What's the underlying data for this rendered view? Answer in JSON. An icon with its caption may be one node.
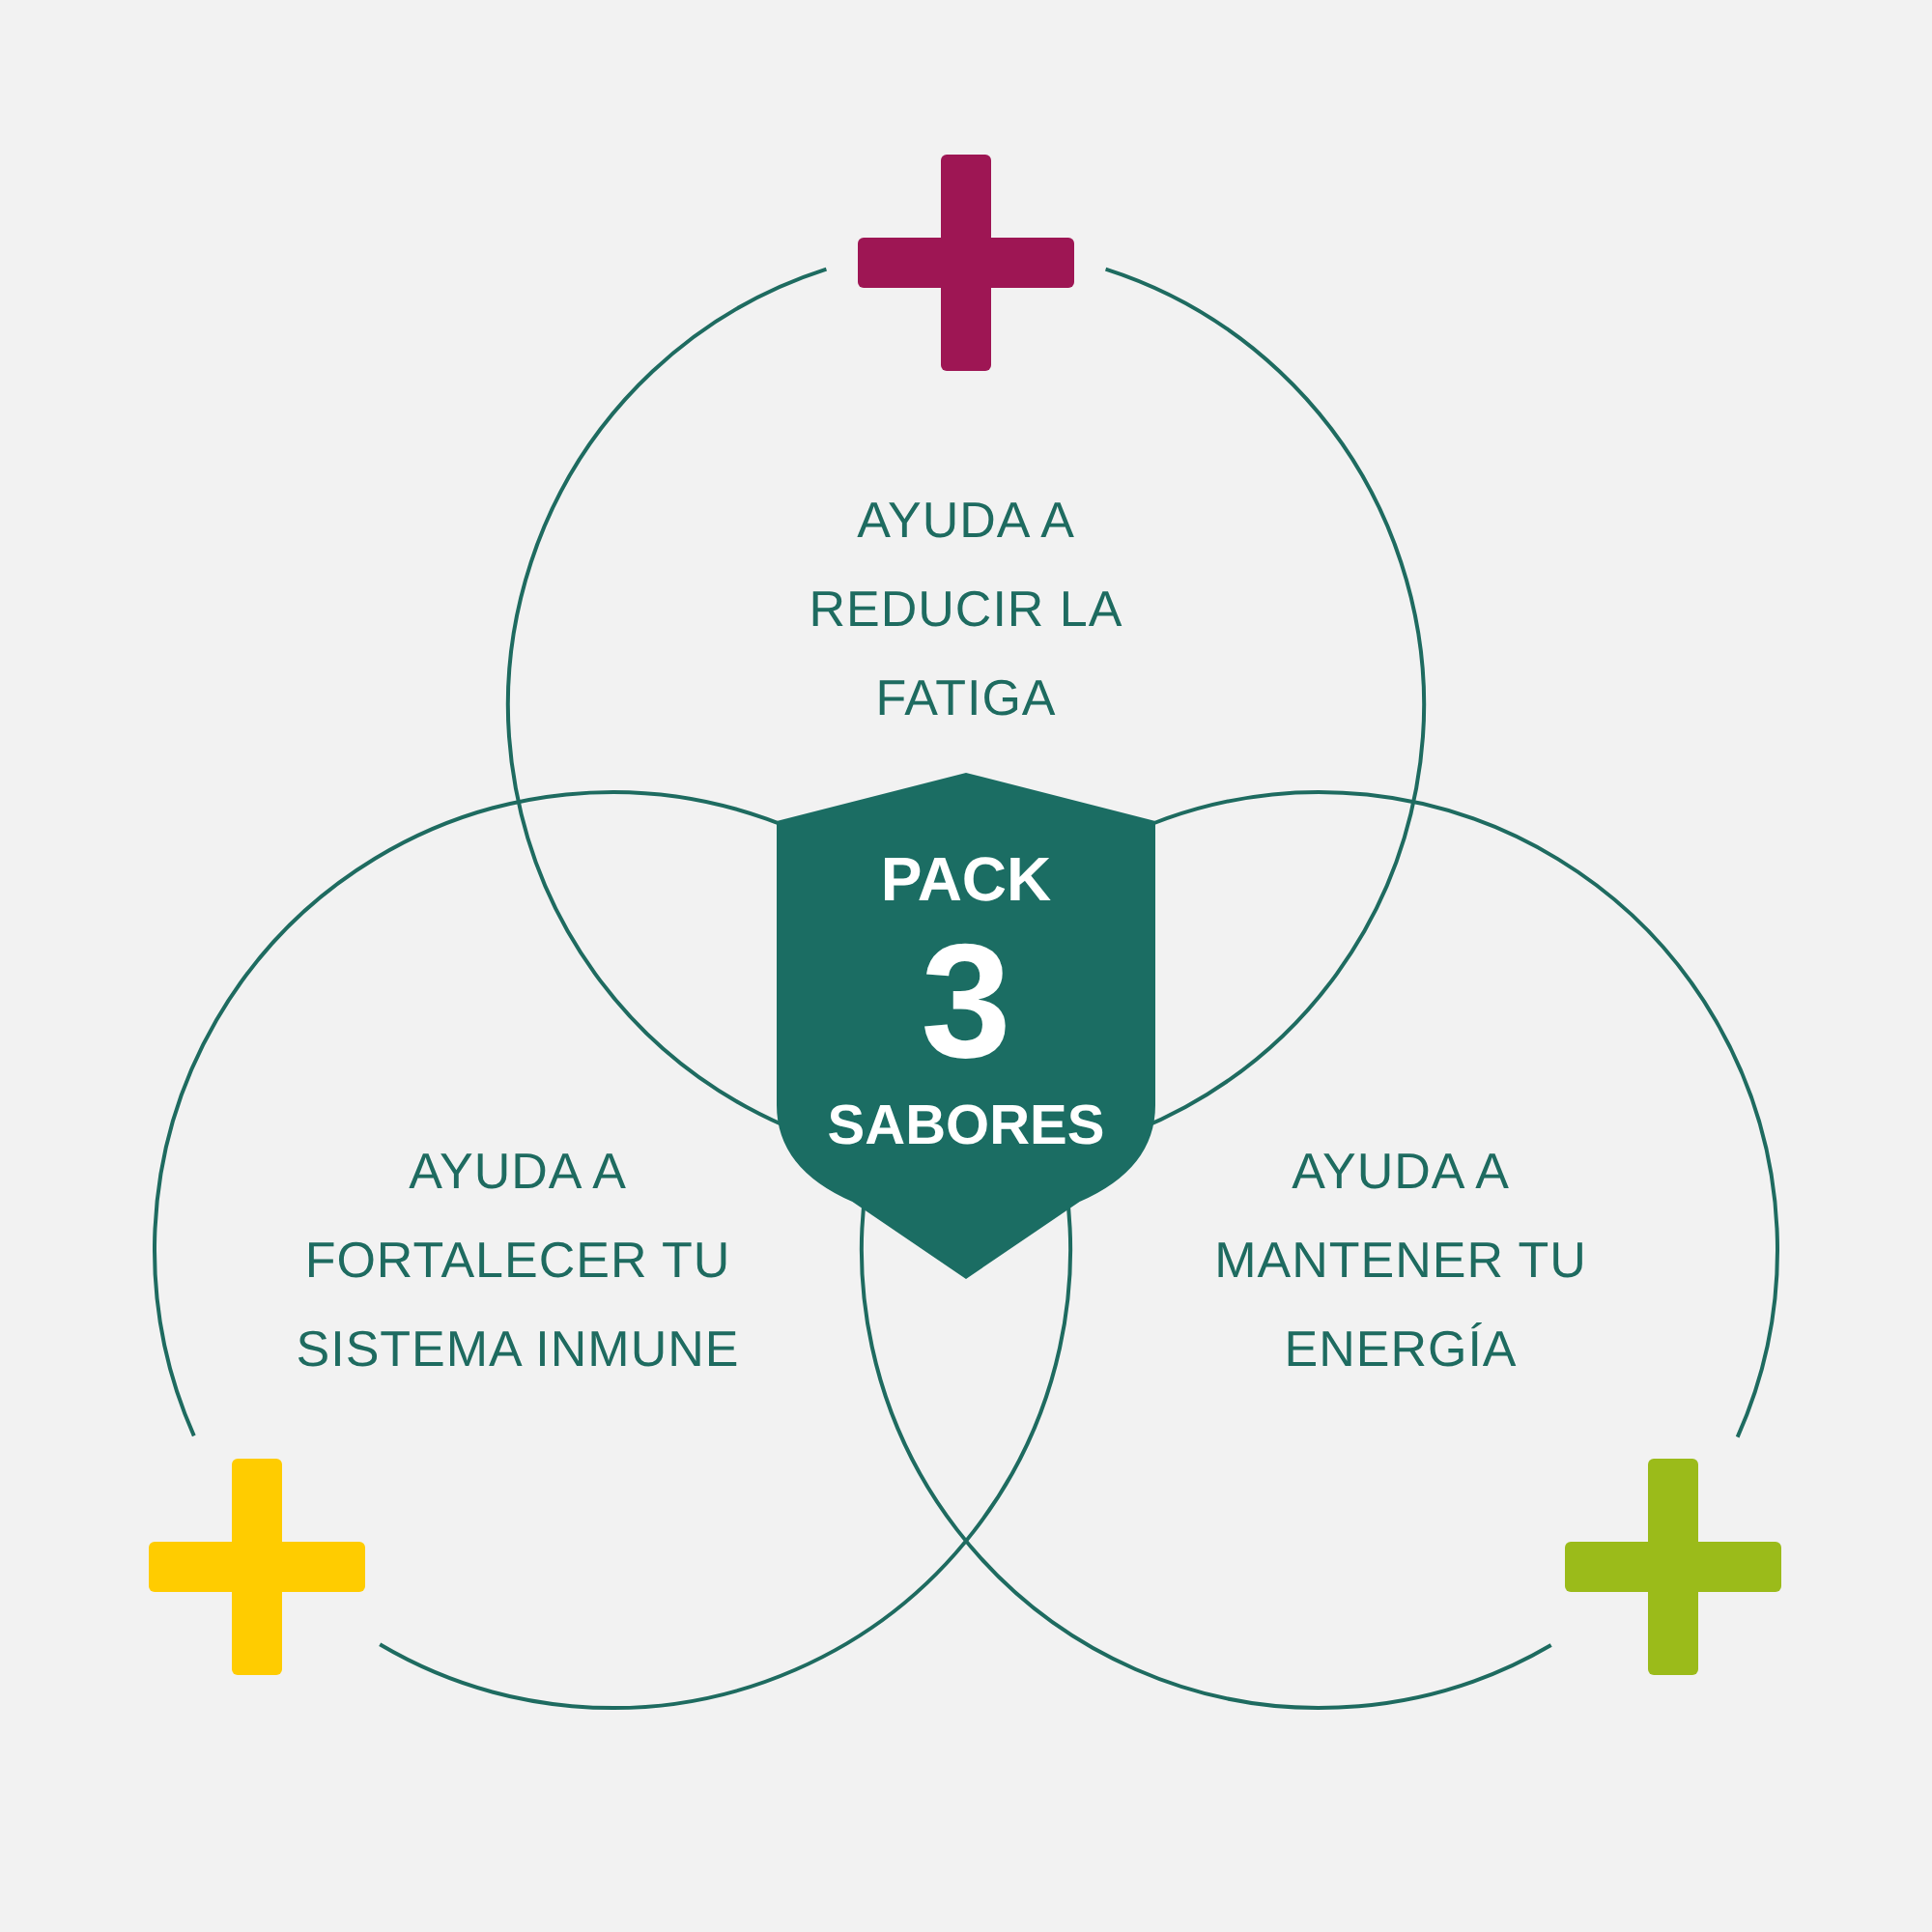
{
  "diagram": {
    "nodes": [
      {
        "text": [
          "AYUDA A REDUCIR LA FATIGA"
        ]
      },
      {
        "text": [
          "AYUDA A FORTALECER TU SISTEMA INMUNE"
        ]
      },
      {
        "text": [
          "AYUDA A MANTENER TU ENERGÍA"
        ]
      },
      {
        "text": [
          "PACK",
          "3",
          "SABORES"
        ]
      }
    ]
  }
}
